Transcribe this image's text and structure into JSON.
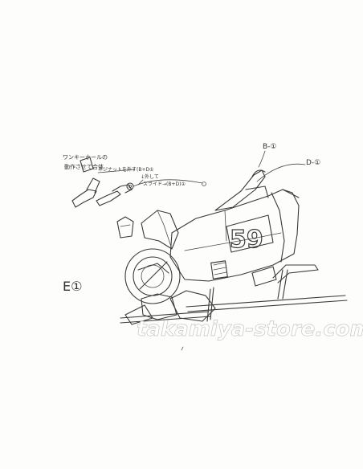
{
  "artwork": {
    "kind": "animation-production-sketch",
    "ink_color": "#3a3a3a",
    "paper_color": "#fdfdfb"
  },
  "annotations": {
    "label_b": "B-①",
    "label_d": "D-①",
    "label_e": "E①",
    "number_on_body": "59",
    "note_line1": "ワンキーホールの",
    "note_line2": "動作させて合体",
    "note_line3": "ネジナットを外す(B+D①",
    "note_line4": "↓外して",
    "note_line5": "スライド→(B+D)①"
  },
  "watermark": {
    "text": "takamiya-store.com"
  }
}
